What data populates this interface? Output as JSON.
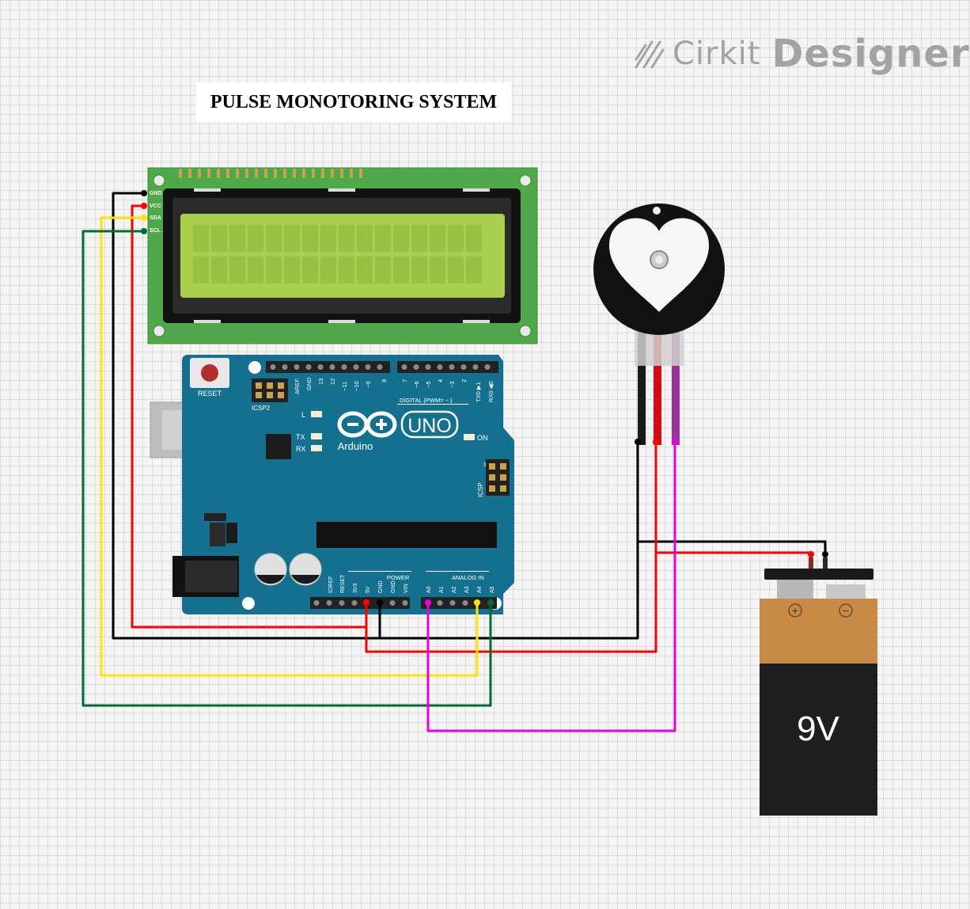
{
  "diagram_title": "PULSE MONOTORING SYSTEM",
  "brand": {
    "name_light": "Cirkit",
    "name_bold": "Designer"
  },
  "lcd": {
    "pins": [
      "GND",
      "VCC",
      "SDA",
      "SCL"
    ]
  },
  "arduino": {
    "reset_label": "RESET",
    "icsp2_label": "ICSP2",
    "icsp_label": "ICSP",
    "icsp_pin1": "1",
    "led_labels": {
      "l": "L",
      "tx": "TX",
      "rx": "RX",
      "on": "ON"
    },
    "logo_text": "Arduino",
    "model": "UNO",
    "digital_header_label": "DIGITAL (PWM= ~ )",
    "digital_pins_left": [
      "AREF",
      "GND",
      "13",
      "12",
      "~11",
      "~10",
      "~9",
      "8"
    ],
    "digital_pins_right": [
      "7",
      "~6",
      "~5",
      "4",
      "~3",
      "2",
      "TX0 ▶1",
      "RX0 ◀0"
    ],
    "power_header_label": "POWER",
    "power_pins": [
      "IOREF",
      "RESET",
      "3V3",
      "5V",
      "GND",
      "GND",
      "VIN"
    ],
    "analog_header_label": "ANALOG IN",
    "analog_pins": [
      "A0",
      "A1",
      "A2",
      "A3",
      "A4",
      "A5"
    ]
  },
  "battery": {
    "label": "9V",
    "positive": "+",
    "negative": "−"
  },
  "colors": {
    "wire_black": "#000000",
    "wire_red": "#ff0000",
    "wire_yellow": "#ffe400",
    "wire_green": "#006b32",
    "wire_magenta": "#e800e8",
    "arduino_blue": "#13718f",
    "lcd_green": "#4fa84a",
    "lcd_screen": "#a9d04c"
  },
  "icons": [
    "cirkit-logo-icon",
    "arduino-infinity-icon"
  ]
}
